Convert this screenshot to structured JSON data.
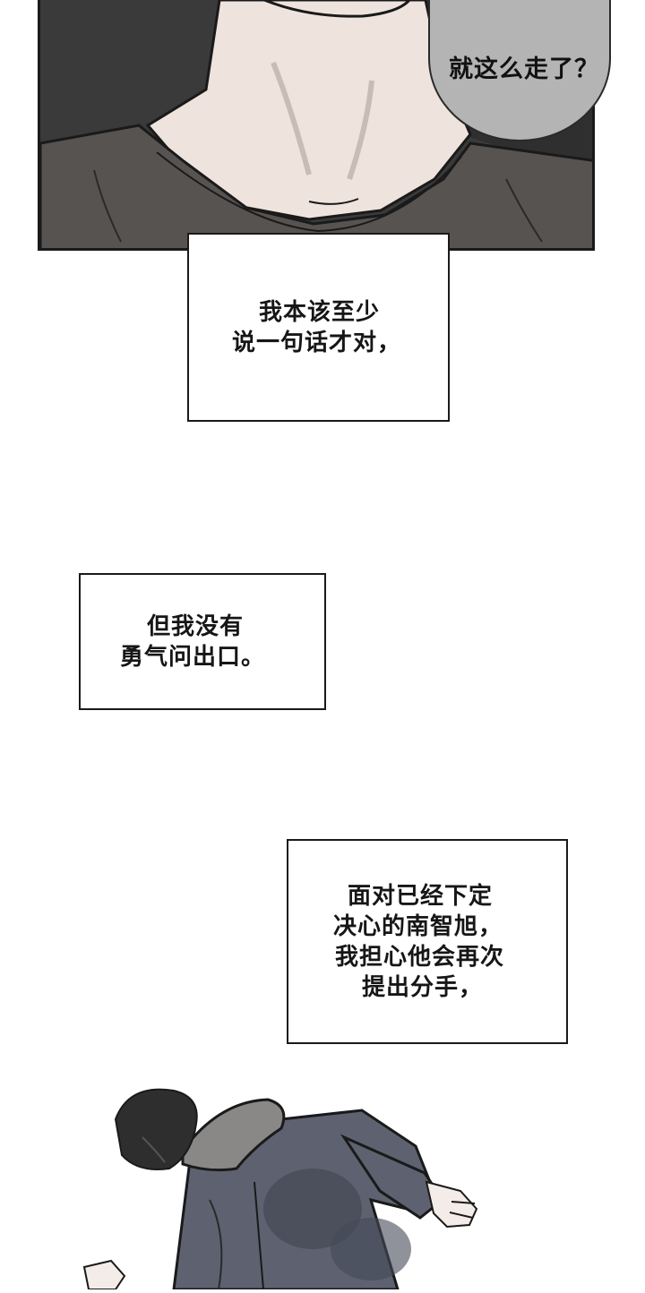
{
  "speech_bubble": {
    "text": "就这么走了？"
  },
  "captions": [
    {
      "lines": [
        "我本该至少",
        "说一句话才对，"
      ]
    },
    {
      "lines": [
        "但我没有",
        "勇气问出口。"
      ]
    },
    {
      "lines": [
        "面对已经下定",
        "决心的南智旭，",
        "我担心他会再次",
        "提出分手，"
      ]
    }
  ],
  "colors": {
    "panel_bg": "#3c3c3c",
    "skin": "#efe3dd",
    "shirt": "#575350",
    "bubble": "#b4b4b4",
    "jacket": "#5e6270",
    "hood": "#8a8886",
    "hair": "#2e2e2e"
  }
}
